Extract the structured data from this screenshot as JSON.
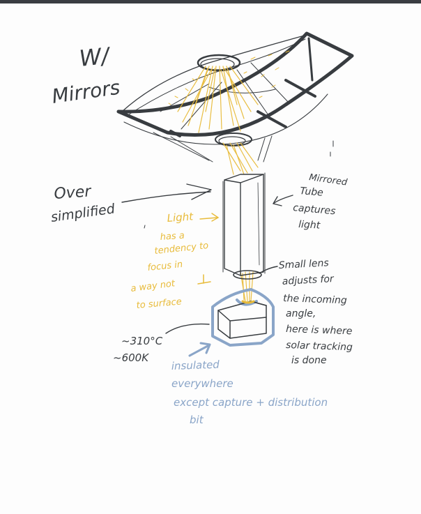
{
  "colors": {
    "ink": "#383c40",
    "light": "#e8bb3a",
    "insulation": "#8aa5c8",
    "background": "#fdfdfd",
    "topbar": "#3a3d42"
  },
  "notes": {
    "title_line1": "W/",
    "title_line2": "Mirrors",
    "over_line1": "Over",
    "over_line2": "simplified",
    "tube_line1": "Mirrored",
    "tube_line2": "Tube",
    "tube_line3": "captures",
    "tube_line4": "light",
    "light_line1": "Light",
    "light_line2": "has a",
    "light_line3": "tendency to",
    "light_line4": "focus in",
    "light_line5": "a way not",
    "light_line6": "to surface",
    "lens_line1": "Small lens",
    "lens_line2": "adjusts for",
    "lens_line3": "the incoming",
    "lens_line4": "angle,",
    "lens_line5": "here is where",
    "lens_line6": "solar tracking",
    "lens_line7": "is done",
    "temp_line1": "~310°C",
    "temp_line2": "~600K",
    "ins_line1": "insulated",
    "ins_line2": "everywhere",
    "ins_line3": "except capture + distribution",
    "ins_line4": "bit"
  }
}
